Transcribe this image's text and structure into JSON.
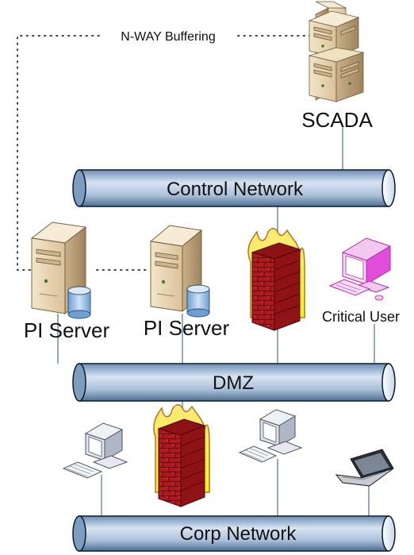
{
  "diagram": {
    "annotations": {
      "buffering_label": "N-WAY Buffering"
    },
    "labels": {
      "scada": "SCADA",
      "pi_server_1": "PI Server",
      "pi_server_2": "PI Server",
      "critical_user": "Critical User"
    },
    "networks": {
      "control": "Control Network",
      "dmz": "DMZ",
      "corp": "Corp Network"
    },
    "colors": {
      "pipe_fill": "#b8cde4",
      "pipe_dark": "#4a6a8c",
      "pipe_outline": "#0a1a33",
      "server_tan": "#e5d2ad",
      "server_dark": "#a38b63",
      "db_blue": "#9fc3e8",
      "brick_red": "#b3181c",
      "flame_yellow": "#fff22a",
      "flame_orange": "#d38a1a",
      "critical_magenta": "#e24cdb",
      "pc_gray": "#d9dee6"
    }
  }
}
